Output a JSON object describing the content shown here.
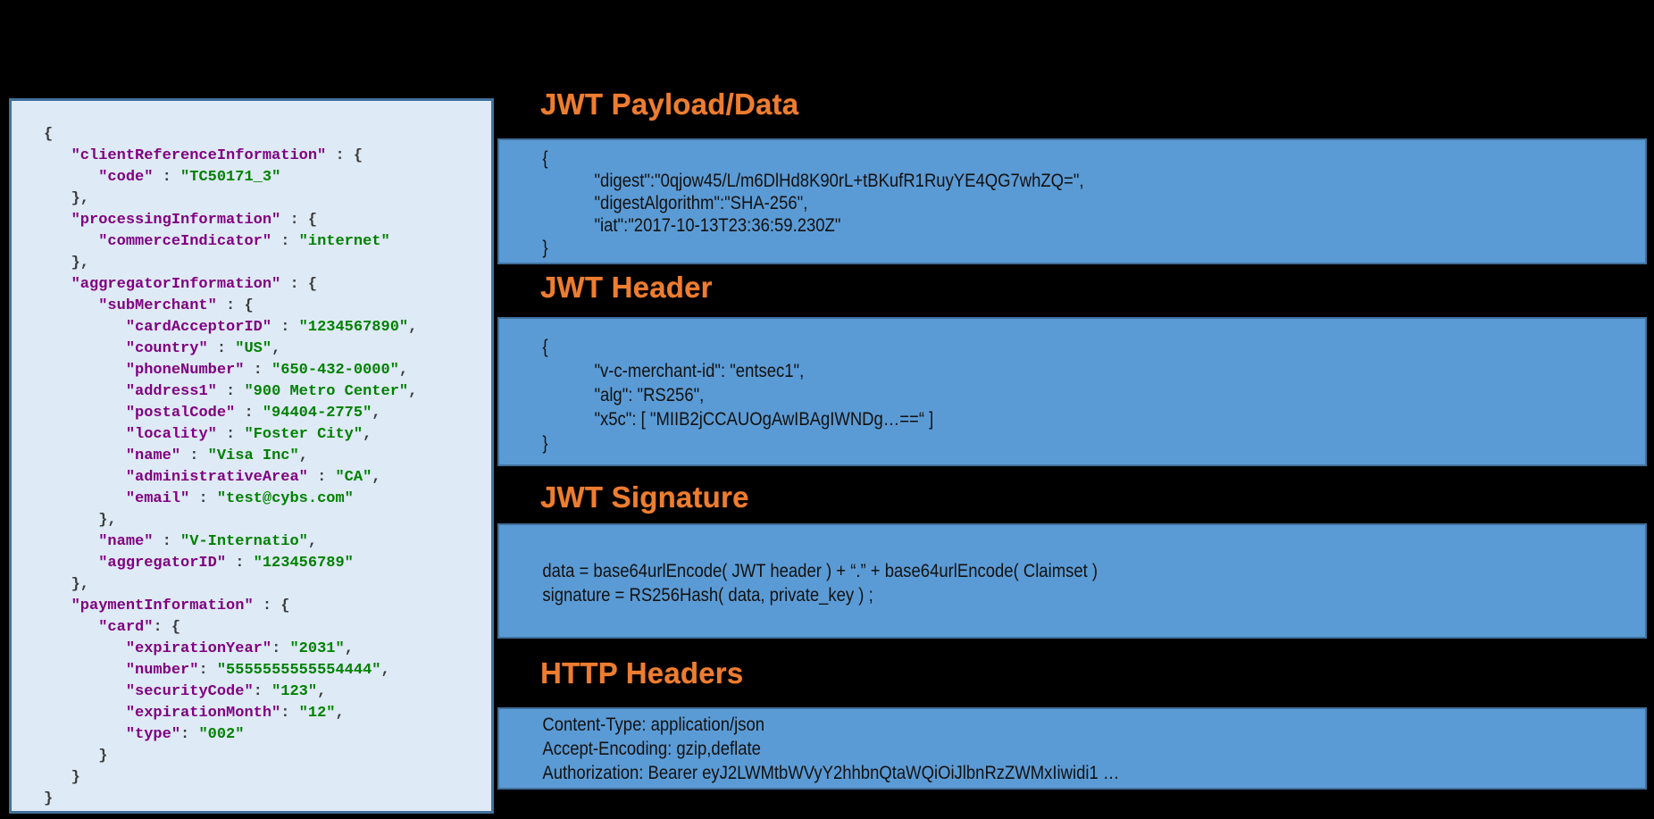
{
  "colors": {
    "background": "#000000",
    "request_panel_bg": "#DEEAF6",
    "request_panel_border": "#41719C",
    "section_box_bg": "#5B9BD5",
    "section_box_border": "#41719C",
    "heading_text": "#ED7D31",
    "json_key": "#800080",
    "json_value": "#008000",
    "json_punctuation": "#3A3A3A",
    "box_text": "#111111"
  },
  "request_panel": {
    "code_lines": [
      "{",
      "   \"clientReferenceInformation\" : {",
      "      \"code\" : \"TC50171_3\"",
      "   },",
      "   \"processingInformation\" : {",
      "      \"commerceIndicator\" : \"internet\"",
      "   },",
      "   \"aggregatorInformation\" : {",
      "      \"subMerchant\" : {",
      "         \"cardAcceptorID\" : \"1234567890\",",
      "         \"country\" : \"US\",",
      "         \"phoneNumber\" : \"650-432-0000\",",
      "         \"address1\" : \"900 Metro Center\",",
      "         \"postalCode\" : \"94404-2775\",",
      "         \"locality\" : \"Foster City\",",
      "         \"name\" : \"Visa Inc\",",
      "         \"administrativeArea\" : \"CA\",",
      "         \"email\" : \"test@cybs.com\"",
      "      },",
      "      \"name\" : \"V-Internatio\",",
      "      \"aggregatorID\" : \"123456789\"",
      "   },",
      "   \"paymentInformation\" : {",
      "      \"card\": {",
      "         \"expirationYear\": \"2031\",",
      "         \"number\": \"5555555555554444\",",
      "         \"securityCode\": \"123\",",
      "         \"expirationMonth\": \"12\",",
      "         \"type\": \"002\"",
      "      }",
      "   }",
      "}"
    ]
  },
  "sections": [
    {
      "title": "JWT Payload/Data",
      "lines": [
        "{",
        "\t\"digest\":\"0qjow45/L/m6DlHd8K90rL+tBKufR1RuyYE4QG7whZQ=\",",
        "\t\"digestAlgorithm\":\"SHA-256\",",
        "\t\"iat\":\"2017-10-13T23:36:59.230Z\"",
        "}"
      ]
    },
    {
      "title": "JWT Header",
      "lines": [
        "{",
        "\t\"v-c-merchant-id\": \"entsec1\",",
        "\t\"alg\": \"RS256\",",
        "\t\"x5c\": [ \"MIIB2jCCAUOgAwIBAgIWNDg…==“ ]",
        "}"
      ]
    },
    {
      "title": "JWT Signature",
      "lines": [
        "data = base64urlEncode( JWT header ) + “.” + base64urlEncode( Claimset )",
        "signature = RS256Hash( data, private_key ) ;"
      ]
    },
    {
      "title": "HTTP Headers",
      "lines": [
        "Content-Type: application/json",
        "Accept-Encoding: gzip,deflate",
        "Authorization: Bearer eyJ2LWMtbWVyY2hhbnQtaWQiOiJlbnRzZWMxIiwidi1 …"
      ]
    }
  ]
}
